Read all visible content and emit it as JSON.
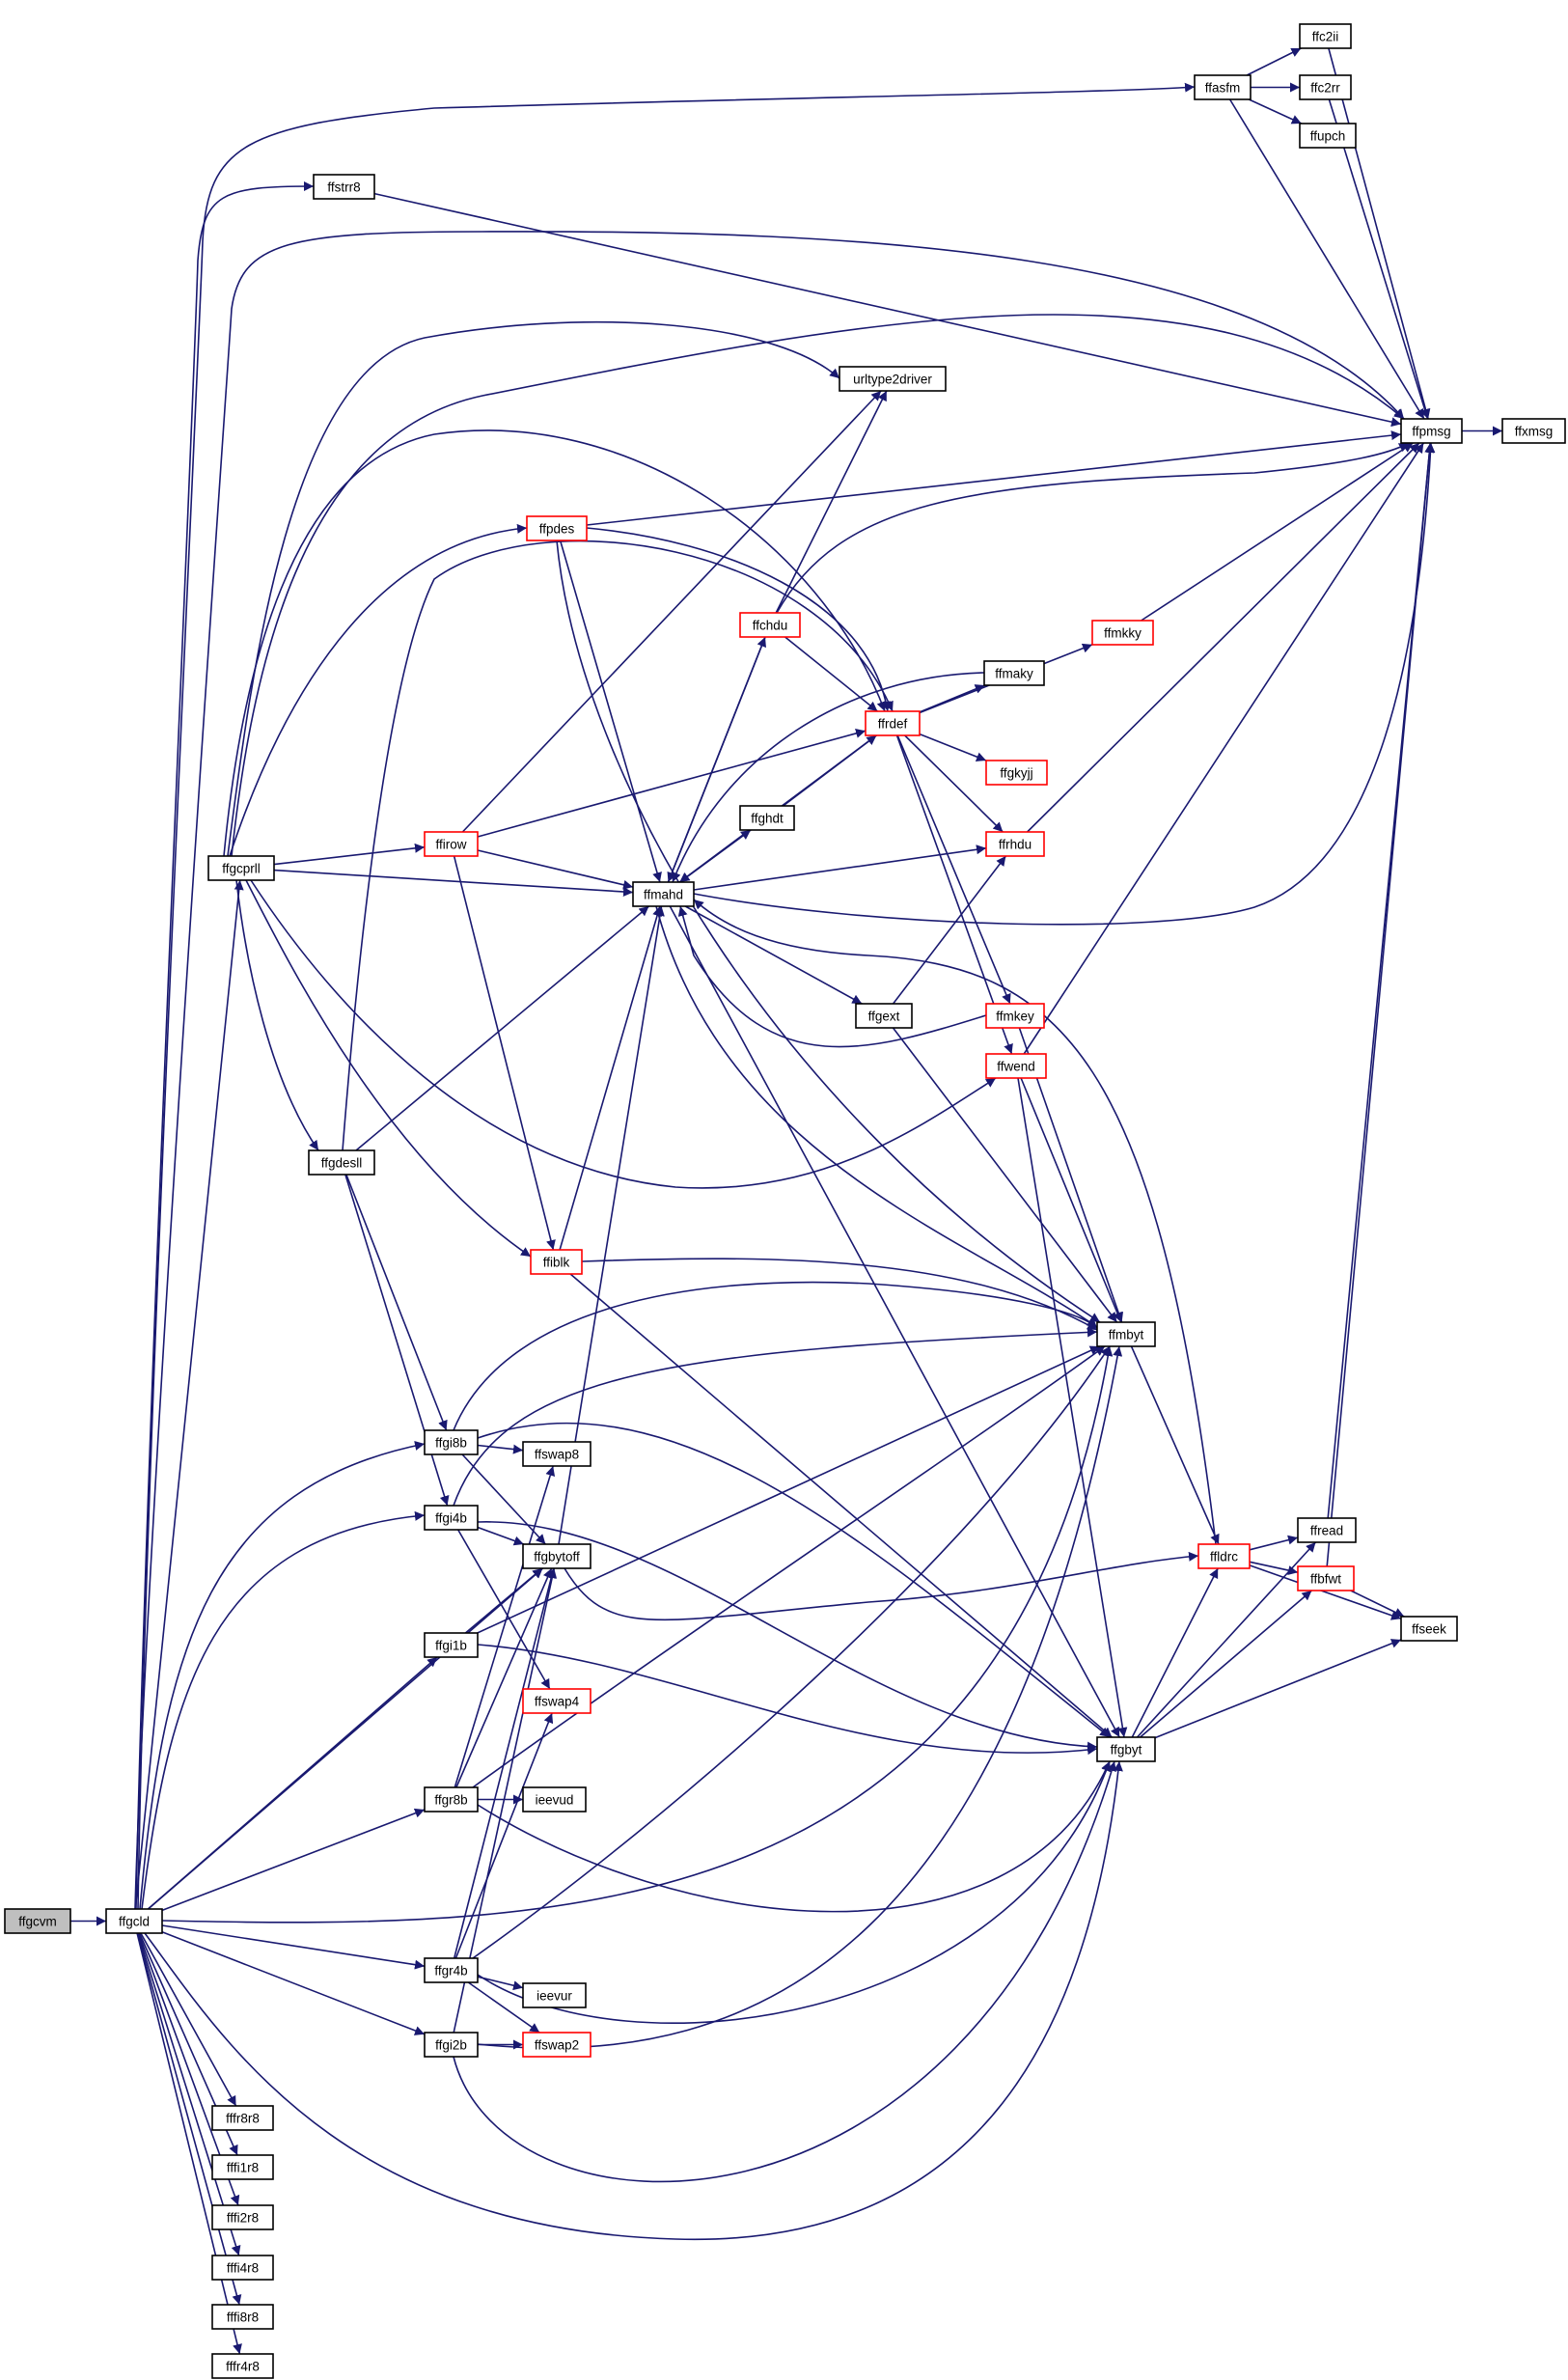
{
  "colors": {
    "edge": "#191970",
    "node_border": "#000000",
    "node_border_truncated": "#ff0000",
    "node_fill": "#ffffff",
    "root_fill": "#bfbfbf"
  },
  "nodes": [
    {
      "id": "ffgcvm",
      "label": "ffgcvm",
      "style": "root"
    },
    {
      "id": "ffgcld",
      "label": "ffgcld",
      "style": "normal"
    },
    {
      "id": "ffasfm",
      "label": "ffasfm",
      "style": "normal"
    },
    {
      "id": "ffc2ii",
      "label": "ffc2ii",
      "style": "normal"
    },
    {
      "id": "ffc2rr",
      "label": "ffc2rr",
      "style": "normal"
    },
    {
      "id": "ffupch",
      "label": "ffupch",
      "style": "normal"
    },
    {
      "id": "ffpmsg",
      "label": "ffpmsg",
      "style": "normal"
    },
    {
      "id": "ffxmsg",
      "label": "ffxmsg",
      "style": "normal"
    },
    {
      "id": "ffstrr8",
      "label": "ffstrr8",
      "style": "normal"
    },
    {
      "id": "urltype2driver",
      "label": "urltype2driver",
      "style": "normal"
    },
    {
      "id": "ffpdes",
      "label": "ffpdes",
      "style": "truncated"
    },
    {
      "id": "ffchdu",
      "label": "ffchdu",
      "style": "truncated"
    },
    {
      "id": "ffmkky",
      "label": "ffmkky",
      "style": "truncated"
    },
    {
      "id": "ffmaky",
      "label": "ffmaky",
      "style": "normal"
    },
    {
      "id": "ffrdef",
      "label": "ffrdef",
      "style": "truncated"
    },
    {
      "id": "ffgkyjj",
      "label": "ffgkyjj",
      "style": "truncated"
    },
    {
      "id": "ffghdt",
      "label": "ffghdt",
      "style": "normal"
    },
    {
      "id": "ffrhdu",
      "label": "ffrhdu",
      "style": "truncated"
    },
    {
      "id": "ffgcprll",
      "label": "ffgcprll",
      "style": "normal"
    },
    {
      "id": "ffirow",
      "label": "ffirow",
      "style": "truncated"
    },
    {
      "id": "ffmahd",
      "label": "ffmahd",
      "style": "normal"
    },
    {
      "id": "ffgext",
      "label": "ffgext",
      "style": "normal"
    },
    {
      "id": "ffmkey",
      "label": "ffmkey",
      "style": "truncated"
    },
    {
      "id": "ffwend",
      "label": "ffwend",
      "style": "truncated"
    },
    {
      "id": "ffgdesll",
      "label": "ffgdesll",
      "style": "normal"
    },
    {
      "id": "ffiblk",
      "label": "ffiblk",
      "style": "truncated"
    },
    {
      "id": "ffmbyt",
      "label": "ffmbyt",
      "style": "normal"
    },
    {
      "id": "ffgi8b",
      "label": "ffgi8b",
      "style": "normal"
    },
    {
      "id": "ffswap8",
      "label": "ffswap8",
      "style": "normal"
    },
    {
      "id": "ffgi4b",
      "label": "ffgi4b",
      "style": "normal"
    },
    {
      "id": "ffgbytoff",
      "label": "ffgbytoff",
      "style": "normal"
    },
    {
      "id": "ffldrc",
      "label": "ffldrc",
      "style": "truncated"
    },
    {
      "id": "ffread",
      "label": "ffread",
      "style": "normal"
    },
    {
      "id": "ffbfwt",
      "label": "ffbfwt",
      "style": "truncated"
    },
    {
      "id": "ffseek",
      "label": "ffseek",
      "style": "normal"
    },
    {
      "id": "ffgi1b",
      "label": "ffgi1b",
      "style": "normal"
    },
    {
      "id": "ffswap4",
      "label": "ffswap4",
      "style": "truncated"
    },
    {
      "id": "ffgbyt",
      "label": "ffgbyt",
      "style": "normal"
    },
    {
      "id": "ffgr8b",
      "label": "ffgr8b",
      "style": "normal"
    },
    {
      "id": "ieevud",
      "label": "ieevud",
      "style": "normal"
    },
    {
      "id": "ffgr4b",
      "label": "ffgr4b",
      "style": "normal"
    },
    {
      "id": "ieevur",
      "label": "ieevur",
      "style": "normal"
    },
    {
      "id": "ffgi2b",
      "label": "ffgi2b",
      "style": "normal"
    },
    {
      "id": "ffswap2",
      "label": "ffswap2",
      "style": "truncated"
    },
    {
      "id": "fffr8r8",
      "label": "fffr8r8",
      "style": "normal"
    },
    {
      "id": "fffi1r8",
      "label": "fffi1r8",
      "style": "normal"
    },
    {
      "id": "fffi2r8",
      "label": "fffi2r8",
      "style": "normal"
    },
    {
      "id": "fffi4r8",
      "label": "fffi4r8",
      "style": "normal"
    },
    {
      "id": "fffi8r8",
      "label": "fffi8r8",
      "style": "normal"
    },
    {
      "id": "fffr4r8",
      "label": "fffr4r8",
      "style": "normal"
    }
  ],
  "edges": [
    [
      "ffgcvm",
      "ffgcld"
    ],
    [
      "ffgcld",
      "ffasfm"
    ],
    [
      "ffgcld",
      "ffstrr8"
    ],
    [
      "ffgcld",
      "ffpmsg"
    ],
    [
      "ffgcld",
      "ffgcprll"
    ],
    [
      "ffgcld",
      "ffgi8b"
    ],
    [
      "ffgcld",
      "ffgi4b"
    ],
    [
      "ffgcld",
      "ffgbytoff"
    ],
    [
      "ffgcld",
      "ffgi1b"
    ],
    [
      "ffgcld",
      "ffgr8b"
    ],
    [
      "ffgcld",
      "ffgr4b"
    ],
    [
      "ffgcld",
      "ffgi2b"
    ],
    [
      "ffgcld",
      "ffmbyt"
    ],
    [
      "ffgcld",
      "ffgbyt"
    ],
    [
      "ffgcld",
      "fffr8r8"
    ],
    [
      "ffgcld",
      "fffi1r8"
    ],
    [
      "ffgcld",
      "fffi2r8"
    ],
    [
      "ffgcld",
      "fffi4r8"
    ],
    [
      "ffgcld",
      "fffi8r8"
    ],
    [
      "ffgcld",
      "fffr4r8"
    ],
    [
      "ffasfm",
      "ffc2ii"
    ],
    [
      "ffasfm",
      "ffc2rr"
    ],
    [
      "ffasfm",
      "ffupch"
    ],
    [
      "ffasfm",
      "ffpmsg"
    ],
    [
      "ffc2ii",
      "ffpmsg"
    ],
    [
      "ffc2rr",
      "ffpmsg"
    ],
    [
      "ffstrr8",
      "ffpmsg"
    ],
    [
      "ffpmsg",
      "ffxmsg"
    ],
    [
      "ffgcprll",
      "ffpmsg"
    ],
    [
      "ffgcprll",
      "urltype2driver"
    ],
    [
      "ffgcprll",
      "ffpdes"
    ],
    [
      "ffgcprll",
      "ffrdef"
    ],
    [
      "ffgcprll",
      "ffirow"
    ],
    [
      "ffgcprll",
      "ffmahd"
    ],
    [
      "ffgcprll",
      "ffgdesll"
    ],
    [
      "ffgcprll",
      "ffiblk"
    ],
    [
      "ffgcprll",
      "ffwend"
    ],
    [
      "ffpdes",
      "ffpmsg"
    ],
    [
      "ffpdes",
      "ffrdef"
    ],
    [
      "ffpdes",
      "ffmahd"
    ],
    [
      "ffpdes",
      "ffmbyt"
    ],
    [
      "ffchdu",
      "urltype2driver"
    ],
    [
      "ffchdu",
      "ffpmsg"
    ],
    [
      "ffchdu",
      "ffrdef"
    ],
    [
      "ffchdu",
      "ffmahd"
    ],
    [
      "ffmkky",
      "ffpmsg"
    ],
    [
      "ffmaky",
      "ffmahd"
    ],
    [
      "ffrdef",
      "ffmaky"
    ],
    [
      "ffrdef",
      "ffmkky"
    ],
    [
      "ffrdef",
      "ffgkyjj"
    ],
    [
      "ffrdef",
      "ffrhdu"
    ],
    [
      "ffrdef",
      "ffmkey"
    ],
    [
      "ffrdef",
      "ffwend"
    ],
    [
      "ffrdef",
      "ffmahd"
    ],
    [
      "ffghdt",
      "ffrdef"
    ],
    [
      "ffghdt",
      "ffmahd"
    ],
    [
      "ffrhdu",
      "ffpmsg"
    ],
    [
      "ffirow",
      "ffrdef"
    ],
    [
      "ffirow",
      "ffmahd"
    ],
    [
      "ffirow",
      "ffiblk"
    ],
    [
      "ffirow",
      "urltype2driver"
    ],
    [
      "ffmahd",
      "ffpmsg"
    ],
    [
      "ffmahd",
      "ffchdu"
    ],
    [
      "ffmahd",
      "ffghdt"
    ],
    [
      "ffmahd",
      "ffrhdu"
    ],
    [
      "ffmahd",
      "ffgext"
    ],
    [
      "ffmahd",
      "ffmbyt"
    ],
    [
      "ffmahd",
      "ffgbyt"
    ],
    [
      "ffgext",
      "ffrhdu"
    ],
    [
      "ffgext",
      "ffmbyt"
    ],
    [
      "ffmkey",
      "ffmahd"
    ],
    [
      "ffmkey",
      "ffmbyt"
    ],
    [
      "ffwend",
      "ffpmsg"
    ],
    [
      "ffwend",
      "ffmbyt"
    ],
    [
      "ffwend",
      "ffgbyt"
    ],
    [
      "ffgdesll",
      "ffrdef"
    ],
    [
      "ffgdesll",
      "ffmahd"
    ],
    [
      "ffgdesll",
      "ffgi8b"
    ],
    [
      "ffgdesll",
      "ffgi4b"
    ],
    [
      "ffiblk",
      "ffmahd"
    ],
    [
      "ffiblk",
      "ffmbyt"
    ],
    [
      "ffiblk",
      "ffgbyt"
    ],
    [
      "ffmbyt",
      "ffldrc"
    ],
    [
      "ffgi8b",
      "ffmbyt"
    ],
    [
      "ffgi8b",
      "ffswap8"
    ],
    [
      "ffgi8b",
      "ffgbytoff"
    ],
    [
      "ffgi8b",
      "ffgbyt"
    ],
    [
      "ffgi4b",
      "ffmbyt"
    ],
    [
      "ffgi4b",
      "ffgbytoff"
    ],
    [
      "ffgi4b",
      "ffswap4"
    ],
    [
      "ffgi4b",
      "ffgbyt"
    ],
    [
      "ffgbytoff",
      "ffmahd"
    ],
    [
      "ffgbytoff",
      "ffldrc"
    ],
    [
      "ffldrc",
      "ffmahd"
    ],
    [
      "ffldrc",
      "ffread"
    ],
    [
      "ffldrc",
      "ffbfwt"
    ],
    [
      "ffldrc",
      "ffseek"
    ],
    [
      "ffread",
      "ffpmsg"
    ],
    [
      "ffbfwt",
      "ffpmsg"
    ],
    [
      "ffbfwt",
      "ffseek"
    ],
    [
      "ffgi1b",
      "ffmbyt"
    ],
    [
      "ffgi1b",
      "ffgbytoff"
    ],
    [
      "ffgi1b",
      "ffgbyt"
    ],
    [
      "ffgbyt",
      "ffldrc"
    ],
    [
      "ffgbyt",
      "ffread"
    ],
    [
      "ffgbyt",
      "ffbfwt"
    ],
    [
      "ffgbyt",
      "ffseek"
    ],
    [
      "ffgr8b",
      "ffmbyt"
    ],
    [
      "ffgr8b",
      "ffgbytoff"
    ],
    [
      "ffgr8b",
      "ieevud"
    ],
    [
      "ffgr8b",
      "ffswap8"
    ],
    [
      "ffgr8b",
      "ffgbyt"
    ],
    [
      "ffgr4b",
      "ffmbyt"
    ],
    [
      "ffgr4b",
      "ffgbytoff"
    ],
    [
      "ffgr4b",
      "ieevur"
    ],
    [
      "ffgr4b",
      "ffswap4"
    ],
    [
      "ffgr4b",
      "ffswap2"
    ],
    [
      "ffgr4b",
      "ffgbyt"
    ],
    [
      "ffgi2b",
      "ffswap2"
    ],
    [
      "ffgi2b",
      "ffgbytoff"
    ],
    [
      "ffgi2b",
      "ffmbyt"
    ],
    [
      "ffgi2b",
      "ffgbyt"
    ]
  ]
}
